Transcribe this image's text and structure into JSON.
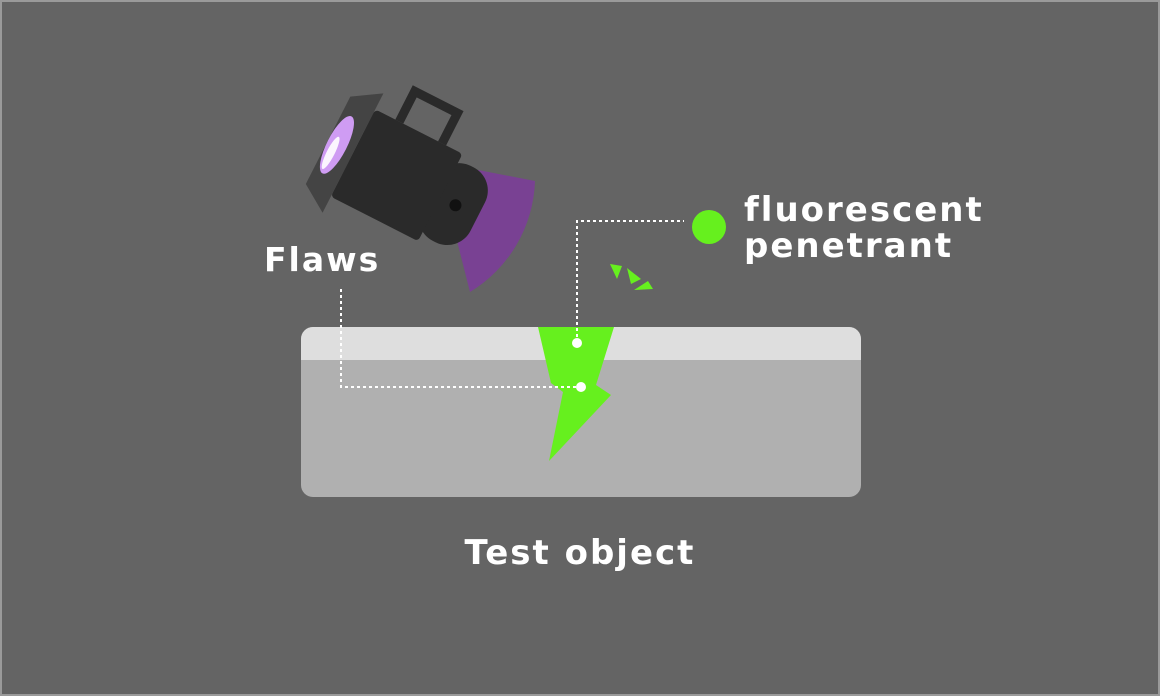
{
  "colors": {
    "background": "#646464",
    "frame": "#9a9a9a",
    "object_top": "#dedede",
    "object_body": "#b0b0b0",
    "penetrant": "#66f01e",
    "uv_light": "#7a3f96",
    "lamp_body": "#2a2a2a",
    "lamp_lens": "#cf9cf3",
    "label_text": "#ffffff",
    "leader_line": "#ffffff"
  },
  "labels": {
    "flaws": "Flaws",
    "penetrant_line1": "fluorescent",
    "penetrant_line2": "penetrant",
    "test_object": "Test object"
  },
  "icons": {
    "lamp": "uv-lamp-icon",
    "penetrant_legend": "green-dot-icon",
    "glow": "fluorescence-sparkle-icon"
  }
}
